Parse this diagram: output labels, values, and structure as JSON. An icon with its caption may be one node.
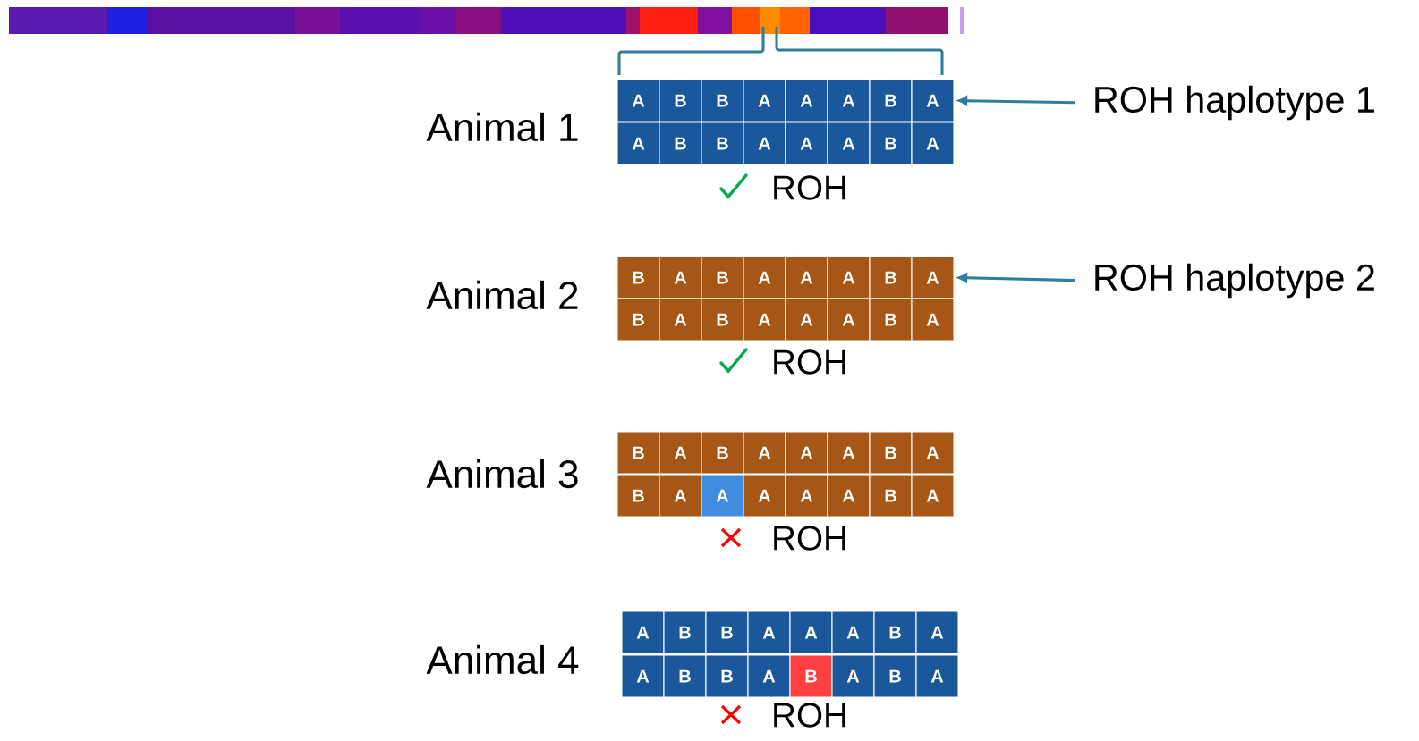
{
  "diagram": {
    "nodes": [
      {
        "text": [
          "A"
        ]
      },
      {
        "text": [
          "B"
        ]
      },
      {
        "text": [
          "B"
        ]
      },
      {
        "text": [
          "A"
        ]
      },
      {
        "text": [
          "A"
        ]
      },
      {
        "text": [
          "A"
        ]
      },
      {
        "text": [
          "B"
        ]
      },
      {
        "text": [
          "A"
        ]
      },
      {
        "text": [
          "A"
        ]
      },
      {
        "text": [
          "B"
        ]
      },
      {
        "text": [
          "B"
        ]
      },
      {
        "text": [
          "A"
        ]
      },
      {
        "text": [
          "A"
        ]
      },
      {
        "text": [
          "A"
        ]
      },
      {
        "text": [
          "B"
        ]
      },
      {
        "text": [
          "A"
        ]
      },
      {
        "text": [
          "ROH haplotype 1"
        ]
      },
      {
        "text": [
          "B"
        ]
      },
      {
        "text": [
          "A"
        ]
      },
      {
        "text": [
          "B"
        ]
      },
      {
        "text": [
          "A"
        ]
      },
      {
        "text": [
          "A"
        ]
      },
      {
        "text": [
          "A"
        ]
      },
      {
        "text": [
          "B"
        ]
      },
      {
        "text": [
          "A"
        ]
      },
      {
        "text": [
          "B"
        ]
      },
      {
        "text": [
          "A"
        ]
      },
      {
        "text": [
          "B"
        ]
      },
      {
        "text": [
          "A"
        ]
      },
      {
        "text": [
          "A"
        ]
      },
      {
        "text": [
          "A"
        ]
      },
      {
        "text": [
          "B"
        ]
      },
      {
        "text": [
          "A"
        ]
      },
      {
        "text": [
          "ROH haplotype 2"
        ]
      },
      {
        "text": [
          "B"
        ]
      },
      {
        "text": [
          "A"
        ]
      },
      {
        "text": [
          "B"
        ]
      },
      {
        "text": [
          "A"
        ]
      },
      {
        "text": [
          "A"
        ]
      },
      {
        "text": [
          "A"
        ]
      },
      {
        "text": [
          "B"
        ]
      },
      {
        "text": [
          "A"
        ]
      },
      {
        "text": [
          "B"
        ]
      },
      {
        "text": [
          "A"
        ]
      },
      {
        "text": [
          "A"
        ]
      },
      {
        "text": [
          "A"
        ]
      },
      {
        "text": [
          "A"
        ]
      },
      {
        "text": [
          "A"
        ]
      },
      {
        "text": [
          "B"
        ]
      },
      {
        "text": [
          "A"
        ]
      },
      {
        "text": [
          "A"
        ]
      },
      {
        "text": [
          "B"
        ]
      },
      {
        "text": [
          "B"
        ]
      },
      {
        "text": [
          "A"
        ]
      },
      {
        "text": [
          "A"
        ]
      },
      {
        "text": [
          "A"
        ]
      },
      {
        "text": [
          "B"
        ]
      },
      {
        "text": [
          "A"
        ]
      },
      {
        "text": [
          "A"
        ]
      },
      {
        "text": [
          "B"
        ]
      },
      {
        "text": [
          "B"
        ]
      },
      {
        "text": [
          "A"
        ]
      },
      {
        "text": [
          "B"
        ]
      },
      {
        "text": [
          "A"
        ]
      },
      {
        "text": [
          "B"
        ]
      },
      {
        "text": [
          "A"
        ]
      }
    ],
    "edges": [
      {
        "from": 16,
        "to": 7,
        "arrow": "to"
      },
      {
        "from": 33,
        "to": 24,
        "arrow": "to"
      }
    ],
    "labels": [
      "Animal 1",
      "ROH",
      "Animal 2",
      "ROH",
      "Animal 3",
      "ROH",
      "Animal 4",
      "ROH"
    ]
  }
}
